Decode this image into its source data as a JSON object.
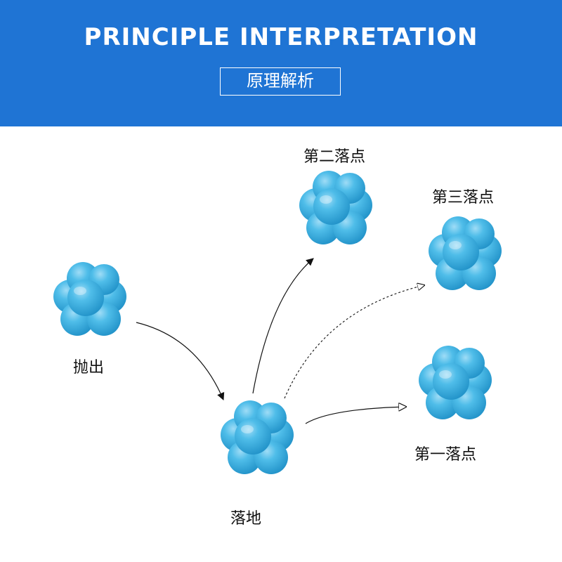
{
  "header": {
    "title": "PRINCIPLE INTERPRETATION",
    "subtitle": "原理解析",
    "background_color": "#1f74d4"
  },
  "labels": {
    "throw": "抛出",
    "land": "落地",
    "first_landing": "第一落点",
    "second_landing": "第二落点",
    "third_landing": "第三落点"
  },
  "ball_color": "#3fb1e6",
  "arrow_styles": {
    "throw_to_land": "solid",
    "land_to_second": "solid",
    "land_to_third": "dashed",
    "land_to_first": "solid"
  }
}
